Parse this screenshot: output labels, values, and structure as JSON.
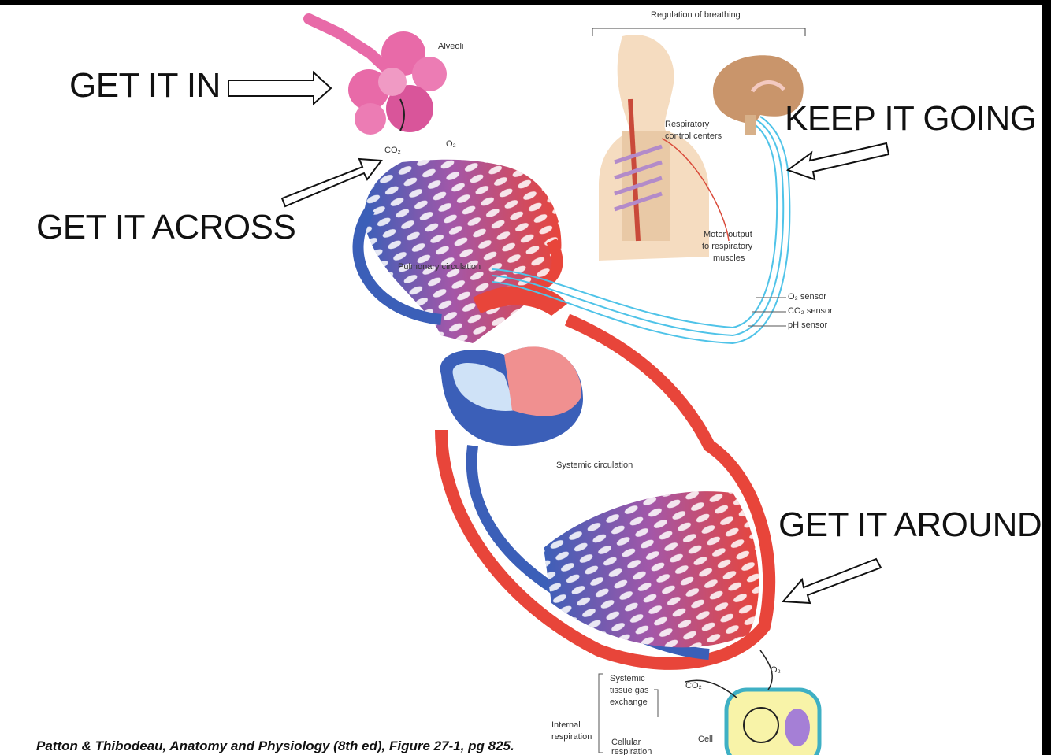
{
  "slide": {
    "headings": {
      "get_in": "GET IT IN",
      "get_across": "GET IT ACROSS",
      "keep_going": "KEEP IT GOING",
      "get_around": "GET IT AROUND"
    },
    "labels": {
      "regulation": "Regulation of breathing",
      "alveoli": "Alveoli",
      "co2_lung": "CO₂",
      "o2_lung": "O₂",
      "respiratory_control_1": "Respiratory",
      "respiratory_control_2": "control centers",
      "motor_output_1": "Motor output",
      "motor_output_2": "to respiratory",
      "motor_output_3": "muscles",
      "pulmonary": "Pulmonary circulation",
      "o2_sensor": "O₂ sensor",
      "co2_sensor": "CO₂ sensor",
      "ph_sensor": "pH sensor",
      "systemic": "Systemic circulation",
      "o2_cell": "O₂",
      "co2_cell": "CO₂",
      "systemic_exchange_1": "Systemic",
      "systemic_exchange_2": "tissue gas",
      "systemic_exchange_3": "exchange",
      "internal_1": "Internal",
      "internal_2": "respiration",
      "cellular_1": "Cellular",
      "cellular_2": "respiration",
      "cell": "Cell"
    },
    "citation": "Patton & Thibodeau, Anatomy and Physiology (8th ed), Figure 27-1, pg 825."
  },
  "colors": {
    "arterial": "#e8453a",
    "venous": "#3b5fb8",
    "mixed": "#a457a8",
    "sensor_line": "#4fc3e8",
    "alveoli": "#e86aa8"
  },
  "icons": [
    "lung-alveoli-icon",
    "torso-icon",
    "brain-icon",
    "heart-icon",
    "cell-icon",
    "hollow-arrow-icon"
  ]
}
